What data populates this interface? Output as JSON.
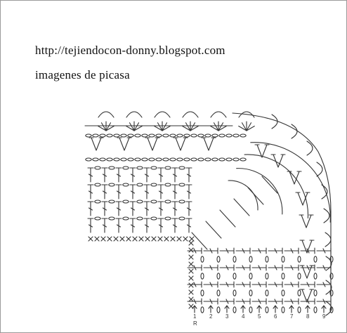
{
  "header": {
    "url_text": "http://tejiendocon-donny.blogspot.com",
    "source_text": "imagenes de picasa"
  },
  "diagram": {
    "row_labels": [
      "1",
      "2",
      "3",
      "4",
      "5",
      "6",
      "7",
      "8",
      "9"
    ],
    "start_mark": "R",
    "colors": {
      "ink": "#333333",
      "background": "#ffffff",
      "border": "#9a9a9a"
    }
  }
}
